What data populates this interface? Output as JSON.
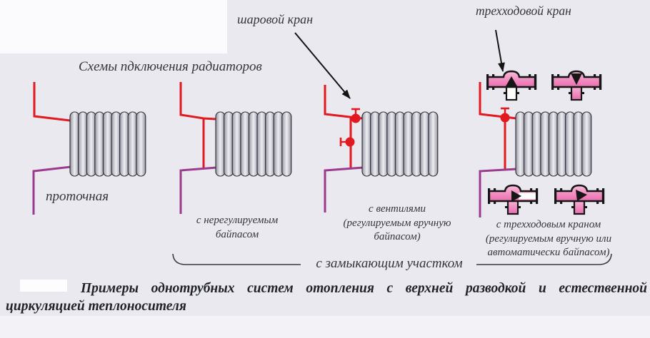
{
  "title": "Схемы пдключения радиаторов",
  "callouts": {
    "ball_valve": "шаровой кран",
    "three_way_valve": "трехходовой кран"
  },
  "schemes": [
    {
      "name": "flow-through",
      "label": "проточная"
    },
    {
      "name": "non-regulated-bypass",
      "label": "с нерегулируемым\nбайпасом"
    },
    {
      "name": "with-valves",
      "label": "с вентилями\n(регулируемым вручную\nбайпасом)"
    },
    {
      "name": "with-three-way-valve",
      "label": "с трехходовым краном\n(регулируемым вручную или\nавтоматически байпасом)"
    }
  ],
  "group_label": "с замыкающим участком",
  "caption": "Примеры однотрубных систем отопления с верхней разводкой и естественной циркуляцией теплоносителя",
  "colors": {
    "background": "#e9e9ef",
    "supply_pipe_red": "#e2191f",
    "return_pipe_purple": "#9c3a90",
    "valve_pink": "#f29cc8",
    "radiator_gray": "#cdcdd6",
    "outline_black": "#1a1a1a"
  }
}
